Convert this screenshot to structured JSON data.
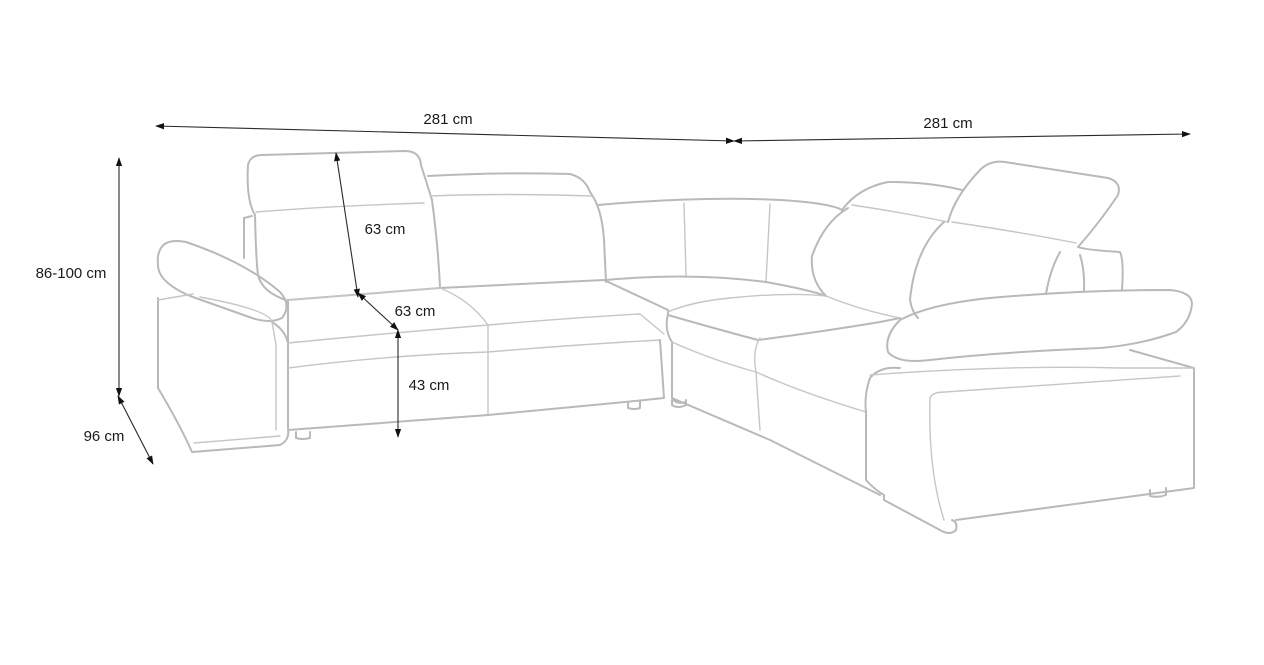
{
  "dimensions": {
    "left_width": "281 cm",
    "right_width": "281 cm",
    "height": "86-100 cm",
    "depth": "96 cm",
    "backrest_height": "63 cm",
    "seat_depth": "63 cm",
    "seat_height": "43 cm"
  },
  "colors": {
    "outline": "#b9b9b9",
    "dimension_line": "#2a2a2a",
    "arrow": "#111111",
    "text": "#1a1a1a"
  }
}
